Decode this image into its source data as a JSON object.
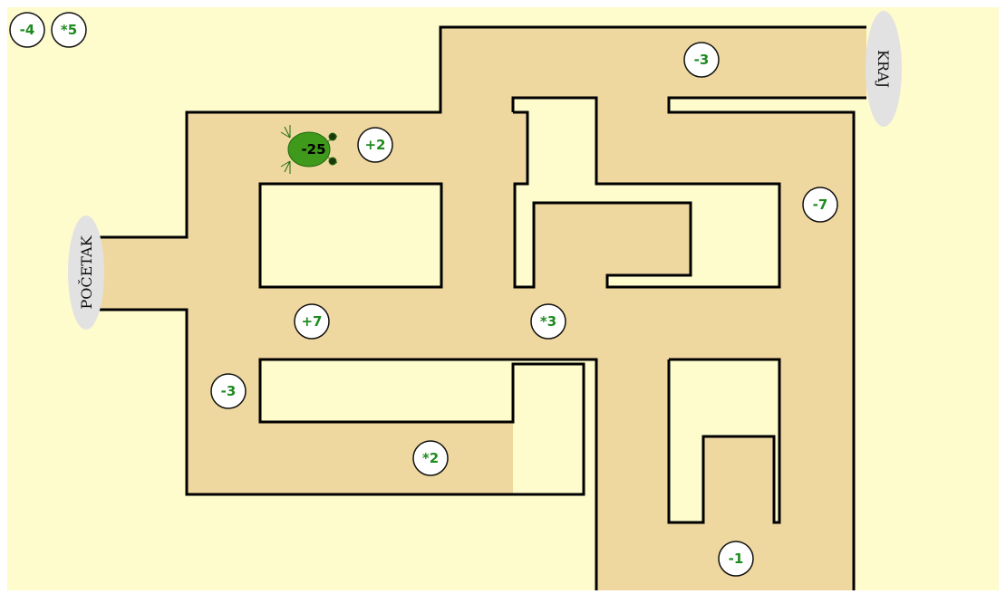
{
  "game": {
    "colors": {
      "background": "#fefbcd",
      "path": "#efd89f",
      "walls": "#000000",
      "value_text": "#1f8a1f",
      "frog": "#3f9a1b"
    },
    "inventory": [
      {
        "value": "-4"
      },
      {
        "value": "*5"
      }
    ],
    "start_label": "POČETAK",
    "end_label": "KRAJ",
    "frog": {
      "value": "-25",
      "icon": "frog-icon"
    },
    "tokens": [
      {
        "value": "+2"
      },
      {
        "value": "-3"
      },
      {
        "value": "-7"
      },
      {
        "value": "+7"
      },
      {
        "value": "*3"
      },
      {
        "value": "-3"
      },
      {
        "value": "*2"
      },
      {
        "value": "-1"
      }
    ]
  }
}
